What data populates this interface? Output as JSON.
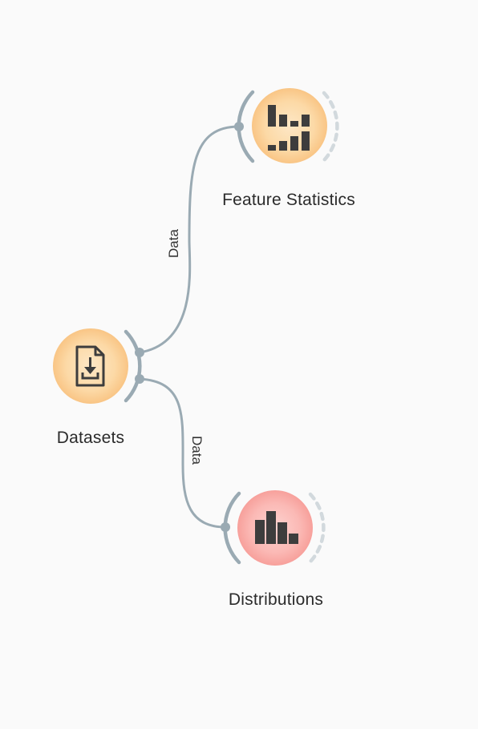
{
  "canvas": {
    "background_color": "#fafafa"
  },
  "nodes": [
    {
      "id": "datasets",
      "label": "Datasets",
      "icon": "file-download-icon",
      "color": "#fcd49a"
    },
    {
      "id": "feature_statistics",
      "label": "Feature Statistics",
      "icon": "feature-statistics-icon",
      "color": "#fcd49a"
    },
    {
      "id": "distributions",
      "label": "Distributions",
      "icon": "bar-chart-icon",
      "color": "#fbb2ae"
    }
  ],
  "links": [
    {
      "from": "datasets",
      "to": "feature_statistics",
      "label": "Data"
    },
    {
      "from": "datasets",
      "to": "distributions",
      "label": "Data"
    }
  ],
  "colors": {
    "link": "#9aaab3",
    "dashed_anchor": "#d2d9dd",
    "icon": "#3d3d3d",
    "label_text": "#2b2b2b"
  }
}
